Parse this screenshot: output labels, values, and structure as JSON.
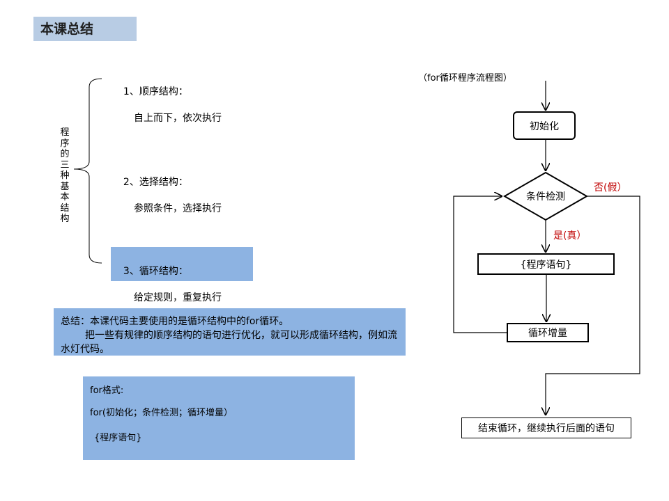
{
  "title": "本课总结",
  "left_panel": {
    "vertical_label": [
      "程",
      "序",
      "的",
      "三",
      "种",
      "基",
      "本",
      "结",
      "构"
    ],
    "items": [
      {
        "heading": "1、顺序结构：",
        "detail": "自上而下，依次执行"
      },
      {
        "heading": "2、选择结构：",
        "detail": "参照条件，选择执行"
      },
      {
        "heading": "3、循环结构：",
        "detail": "给定规则，重复执行"
      }
    ]
  },
  "summary": {
    "line1": "总结：本课代码主要使用的是循环结构中的for循环。",
    "line2": "把一些有规律的顺序结构的语句进行优化，就可以形成循环结构，例如流水灯代码。"
  },
  "format": {
    "title": "for格式:",
    "syntax": "for(初始化；条件检测；循环增量）",
    "body": "{程序语句}"
  },
  "flowchart": {
    "caption": "（for循环程序流程图）",
    "init": "初始化",
    "condition": "条件检测",
    "false_label": "否(假）",
    "true_label": "是(真）",
    "statement": "{程序语句}",
    "increment": "循环增量",
    "end": "结束循环，继续执行后面的语句"
  },
  "colors": {
    "title_bg": "#b8cce4",
    "highlight_bg": "#8db3e2",
    "label_red": "#c00000"
  }
}
